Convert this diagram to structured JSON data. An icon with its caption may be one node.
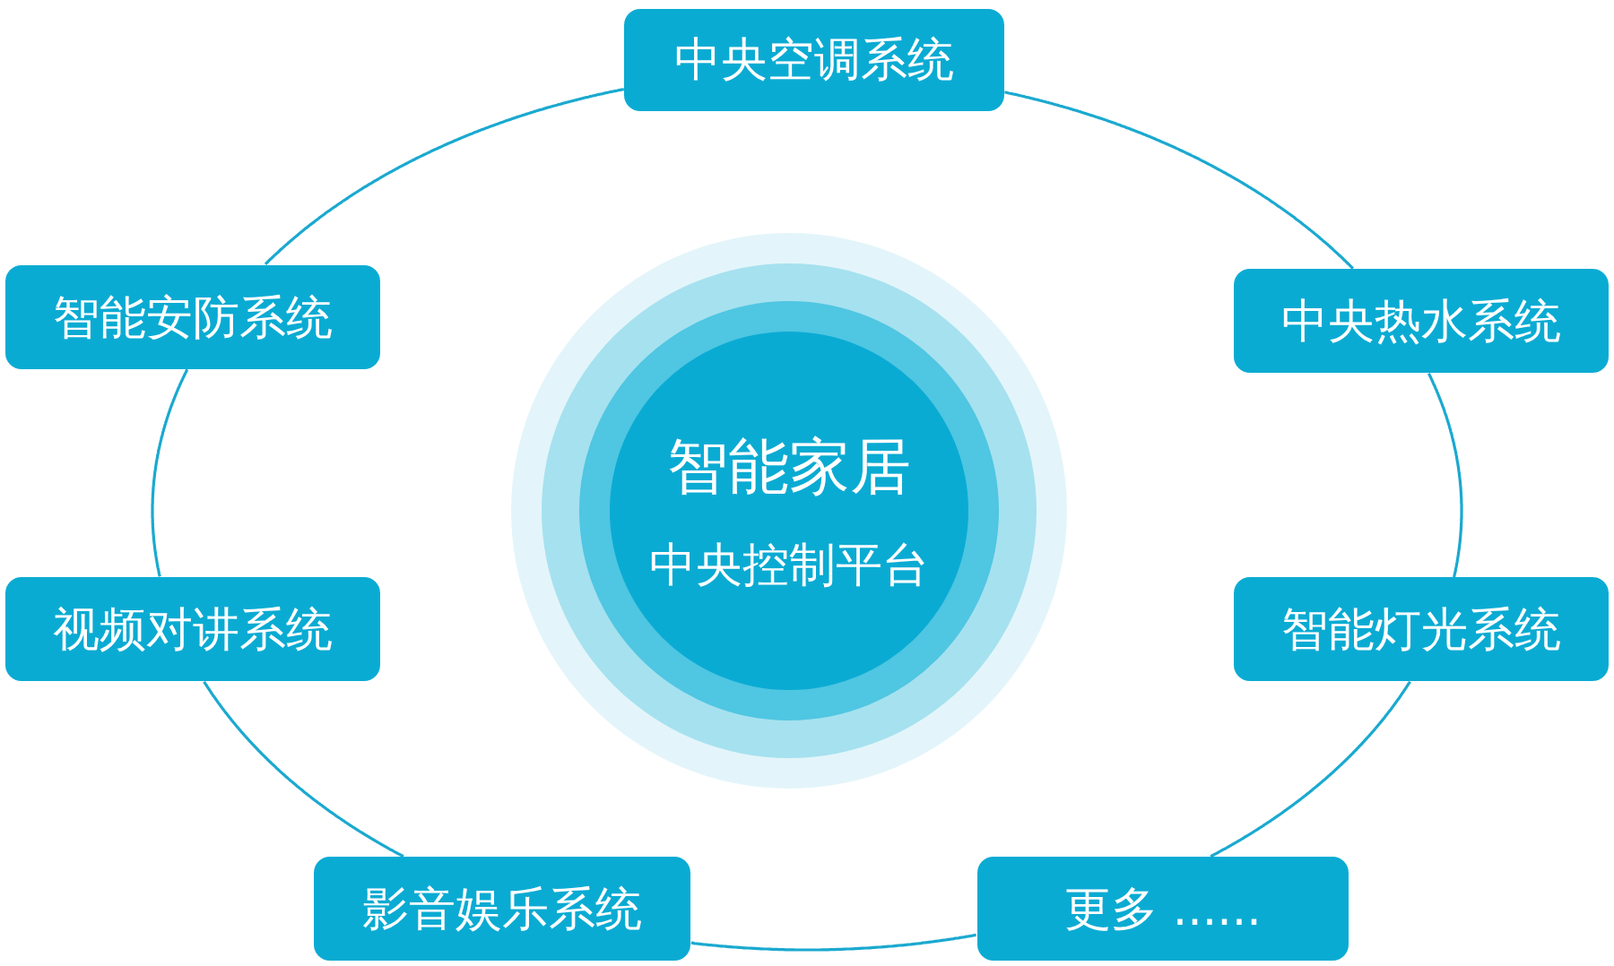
{
  "diagram": {
    "nodes": [
      {
        "text": [
          "智能家居",
          "中央控制平台"
        ]
      },
      {
        "text": [
          "中央空调系统"
        ]
      },
      {
        "text": [
          "中央热水系统"
        ]
      },
      {
        "text": [
          "智能灯光系统"
        ]
      },
      {
        "text": [
          "更多 ......"
        ]
      },
      {
        "text": [
          "影音娱乐系统"
        ]
      },
      {
        "text": [
          "视频对讲系统"
        ]
      },
      {
        "text": [
          "智能安防系统"
        ]
      }
    ],
    "edges": [
      {
        "from": 1,
        "to": 2,
        "arrow": "none"
      },
      {
        "from": 2,
        "to": 3,
        "arrow": "none"
      },
      {
        "from": 3,
        "to": 4,
        "arrow": "none"
      },
      {
        "from": 4,
        "to": 5,
        "arrow": "none"
      },
      {
        "from": 5,
        "to": 6,
        "arrow": "none"
      },
      {
        "from": 6,
        "to": 7,
        "arrow": "none"
      },
      {
        "from": 7,
        "to": 1,
        "arrow": "none"
      }
    ]
  }
}
